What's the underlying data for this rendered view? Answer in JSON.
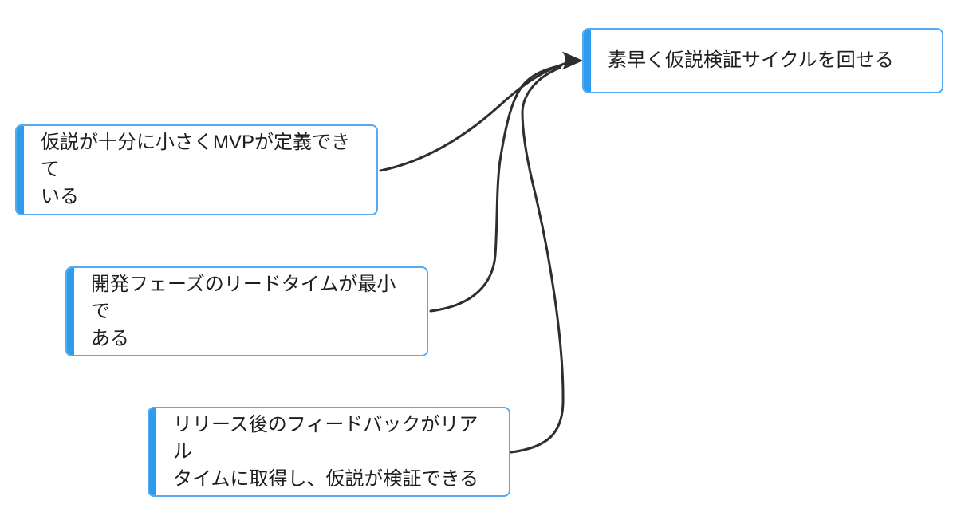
{
  "diagram": {
    "type": "flow",
    "background": "#ffffff",
    "colors": {
      "node_border": "#55aaf0",
      "node_accent": "#2e9cee",
      "node_background": "#ffffff",
      "text": "#1e1e20",
      "edge": "#2e2e2e"
    },
    "nodes": [
      {
        "id": "goal",
        "label": "素早く仮説検証サイクルを回せる"
      },
      {
        "id": "mvp",
        "label": "仮説が十分に小さくMVPが定義できて\nいる"
      },
      {
        "id": "leadtime",
        "label": "開発フェーズのリードタイムが最小で\nある"
      },
      {
        "id": "feedback",
        "label": "リリース後のフィードバックがリアル\nタイムに取得し、仮説が検証できる"
      }
    ],
    "edges": [
      {
        "from": "mvp",
        "to": "goal"
      },
      {
        "from": "leadtime",
        "to": "goal"
      },
      {
        "from": "feedback",
        "to": "goal"
      }
    ]
  }
}
